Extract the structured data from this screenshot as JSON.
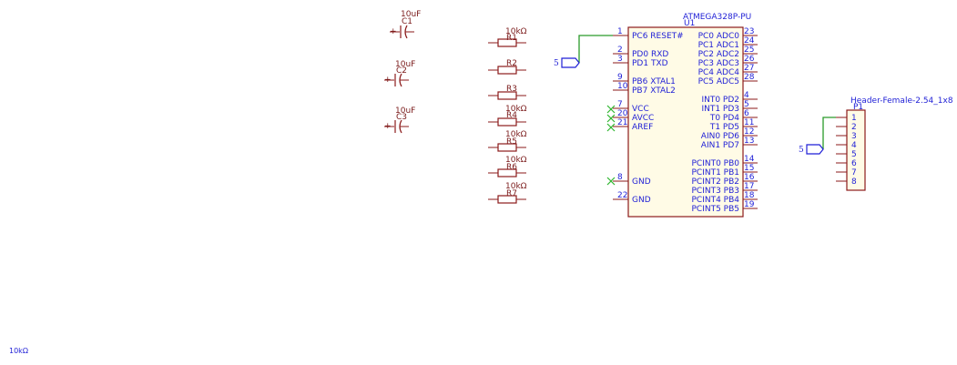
{
  "capacitors": [
    {
      "ref": "C1",
      "value": "10uF"
    },
    {
      "ref": "C2",
      "value": "10uF"
    },
    {
      "ref": "C3",
      "value": "10uF"
    }
  ],
  "resistors": [
    {
      "ref": "R1",
      "value": "10kΩ"
    },
    {
      "ref": "R2",
      "value": ""
    },
    {
      "ref": "R3",
      "value": ""
    },
    {
      "ref": "R4",
      "value": "10kΩ"
    },
    {
      "ref": "R5",
      "value": "10kΩ"
    },
    {
      "ref": "R6",
      "value": "10kΩ"
    },
    {
      "ref": "R7",
      "value": "10kΩ"
    }
  ],
  "mcu": {
    "part": "ATMEGA328P-PU",
    "ref": "U1",
    "left_pins": [
      {
        "num": "1",
        "name": "PC6 RESET#"
      },
      {
        "num": "2",
        "name": "PD0 RXD"
      },
      {
        "num": "3",
        "name": "PD1 TXD"
      },
      {
        "num": "9",
        "name": "PB6 XTAL1"
      },
      {
        "num": "10",
        "name": "PB7 XTAL2"
      },
      {
        "num": "7",
        "name": "VCC"
      },
      {
        "num": "20",
        "name": "AVCC"
      },
      {
        "num": "21",
        "name": "AREF"
      },
      {
        "num": "8",
        "name": "GND"
      },
      {
        "num": "22",
        "name": "GND"
      }
    ],
    "right_pins": [
      {
        "num": "23",
        "name": "PC0 ADC0"
      },
      {
        "num": "24",
        "name": "PC1 ADC1"
      },
      {
        "num": "25",
        "name": "PC2 ADC2"
      },
      {
        "num": "26",
        "name": "PC3 ADC3"
      },
      {
        "num": "27",
        "name": "PC4 ADC4"
      },
      {
        "num": "28",
        "name": "PC5 ADC5"
      },
      {
        "num": "4",
        "name": "INT0 PD2"
      },
      {
        "num": "5",
        "name": "INT1 PD3"
      },
      {
        "num": "6",
        "name": "T0 PD4"
      },
      {
        "num": "11",
        "name": "T1 PD5"
      },
      {
        "num": "12",
        "name": "AIN0 PD6"
      },
      {
        "num": "13",
        "name": "AIN1 PD7"
      },
      {
        "num": "14",
        "name": "PCINT0 PB0"
      },
      {
        "num": "15",
        "name": "PCINT1 PB1"
      },
      {
        "num": "16",
        "name": "PCINT2 PB2"
      },
      {
        "num": "17",
        "name": "PCINT3 PB3"
      },
      {
        "num": "18",
        "name": "PCINT4 PB4"
      },
      {
        "num": "19",
        "name": "PCINT5 PB5"
      }
    ]
  },
  "header": {
    "part": "Header-Female-2.54_1x8",
    "ref": "P1",
    "pins": [
      "1",
      "2",
      "3",
      "4",
      "5",
      "6",
      "7",
      "8"
    ]
  },
  "net_labels": {
    "reset_net": "5",
    "header_net": "5"
  },
  "stray_text": "10kΩ"
}
